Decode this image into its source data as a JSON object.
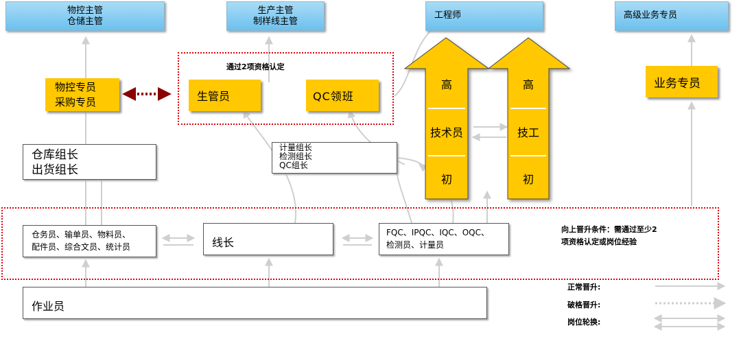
{
  "top": {
    "pmc_mgr": [
      "物控主管",
      "仓储主管"
    ],
    "prod_mgr": [
      "生产主管",
      "制样线主管"
    ],
    "engineer": "工程师",
    "senior_sales": "高级业务专员"
  },
  "middle": {
    "pmc_spec": [
      "物控专员",
      "采购专员"
    ],
    "cert_note": "通过2项资格认定",
    "prod_clerk": "生管员",
    "qc_leader": "QC领班",
    "sales_spec": "业务专员",
    "warehouse_leads": [
      "仓库组长",
      "出货组长"
    ],
    "inspection_leads": [
      "计量组长",
      "检测组长",
      "QC组长"
    ]
  },
  "arrows": {
    "left": {
      "high": "高",
      "mid": "技术员",
      "low": "初"
    },
    "right": {
      "high": "高",
      "mid": "技工",
      "low": "初"
    }
  },
  "bottom": {
    "clerks": [
      "仓务员、输单员、物料员、",
      "配件员、综合文员、统计员"
    ],
    "line_leader": "线长",
    "qc_staff": [
      "FQC、IPQC、IQC、OQC、",
      "检测员、计量员"
    ],
    "promotion_note": [
      "向上晋升条件：需通过至少2",
      "项资格认定或岗位经验"
    ],
    "operator": "作业员"
  },
  "legend": {
    "normal": "正常晋升:",
    "special": "破格晋升:",
    "rotation": "岗位轮换:"
  },
  "colors": {
    "yellow": "#ffc800",
    "blue": "#7ec8f0",
    "red_dash": "#e0000b",
    "connector": "#cccccc"
  }
}
